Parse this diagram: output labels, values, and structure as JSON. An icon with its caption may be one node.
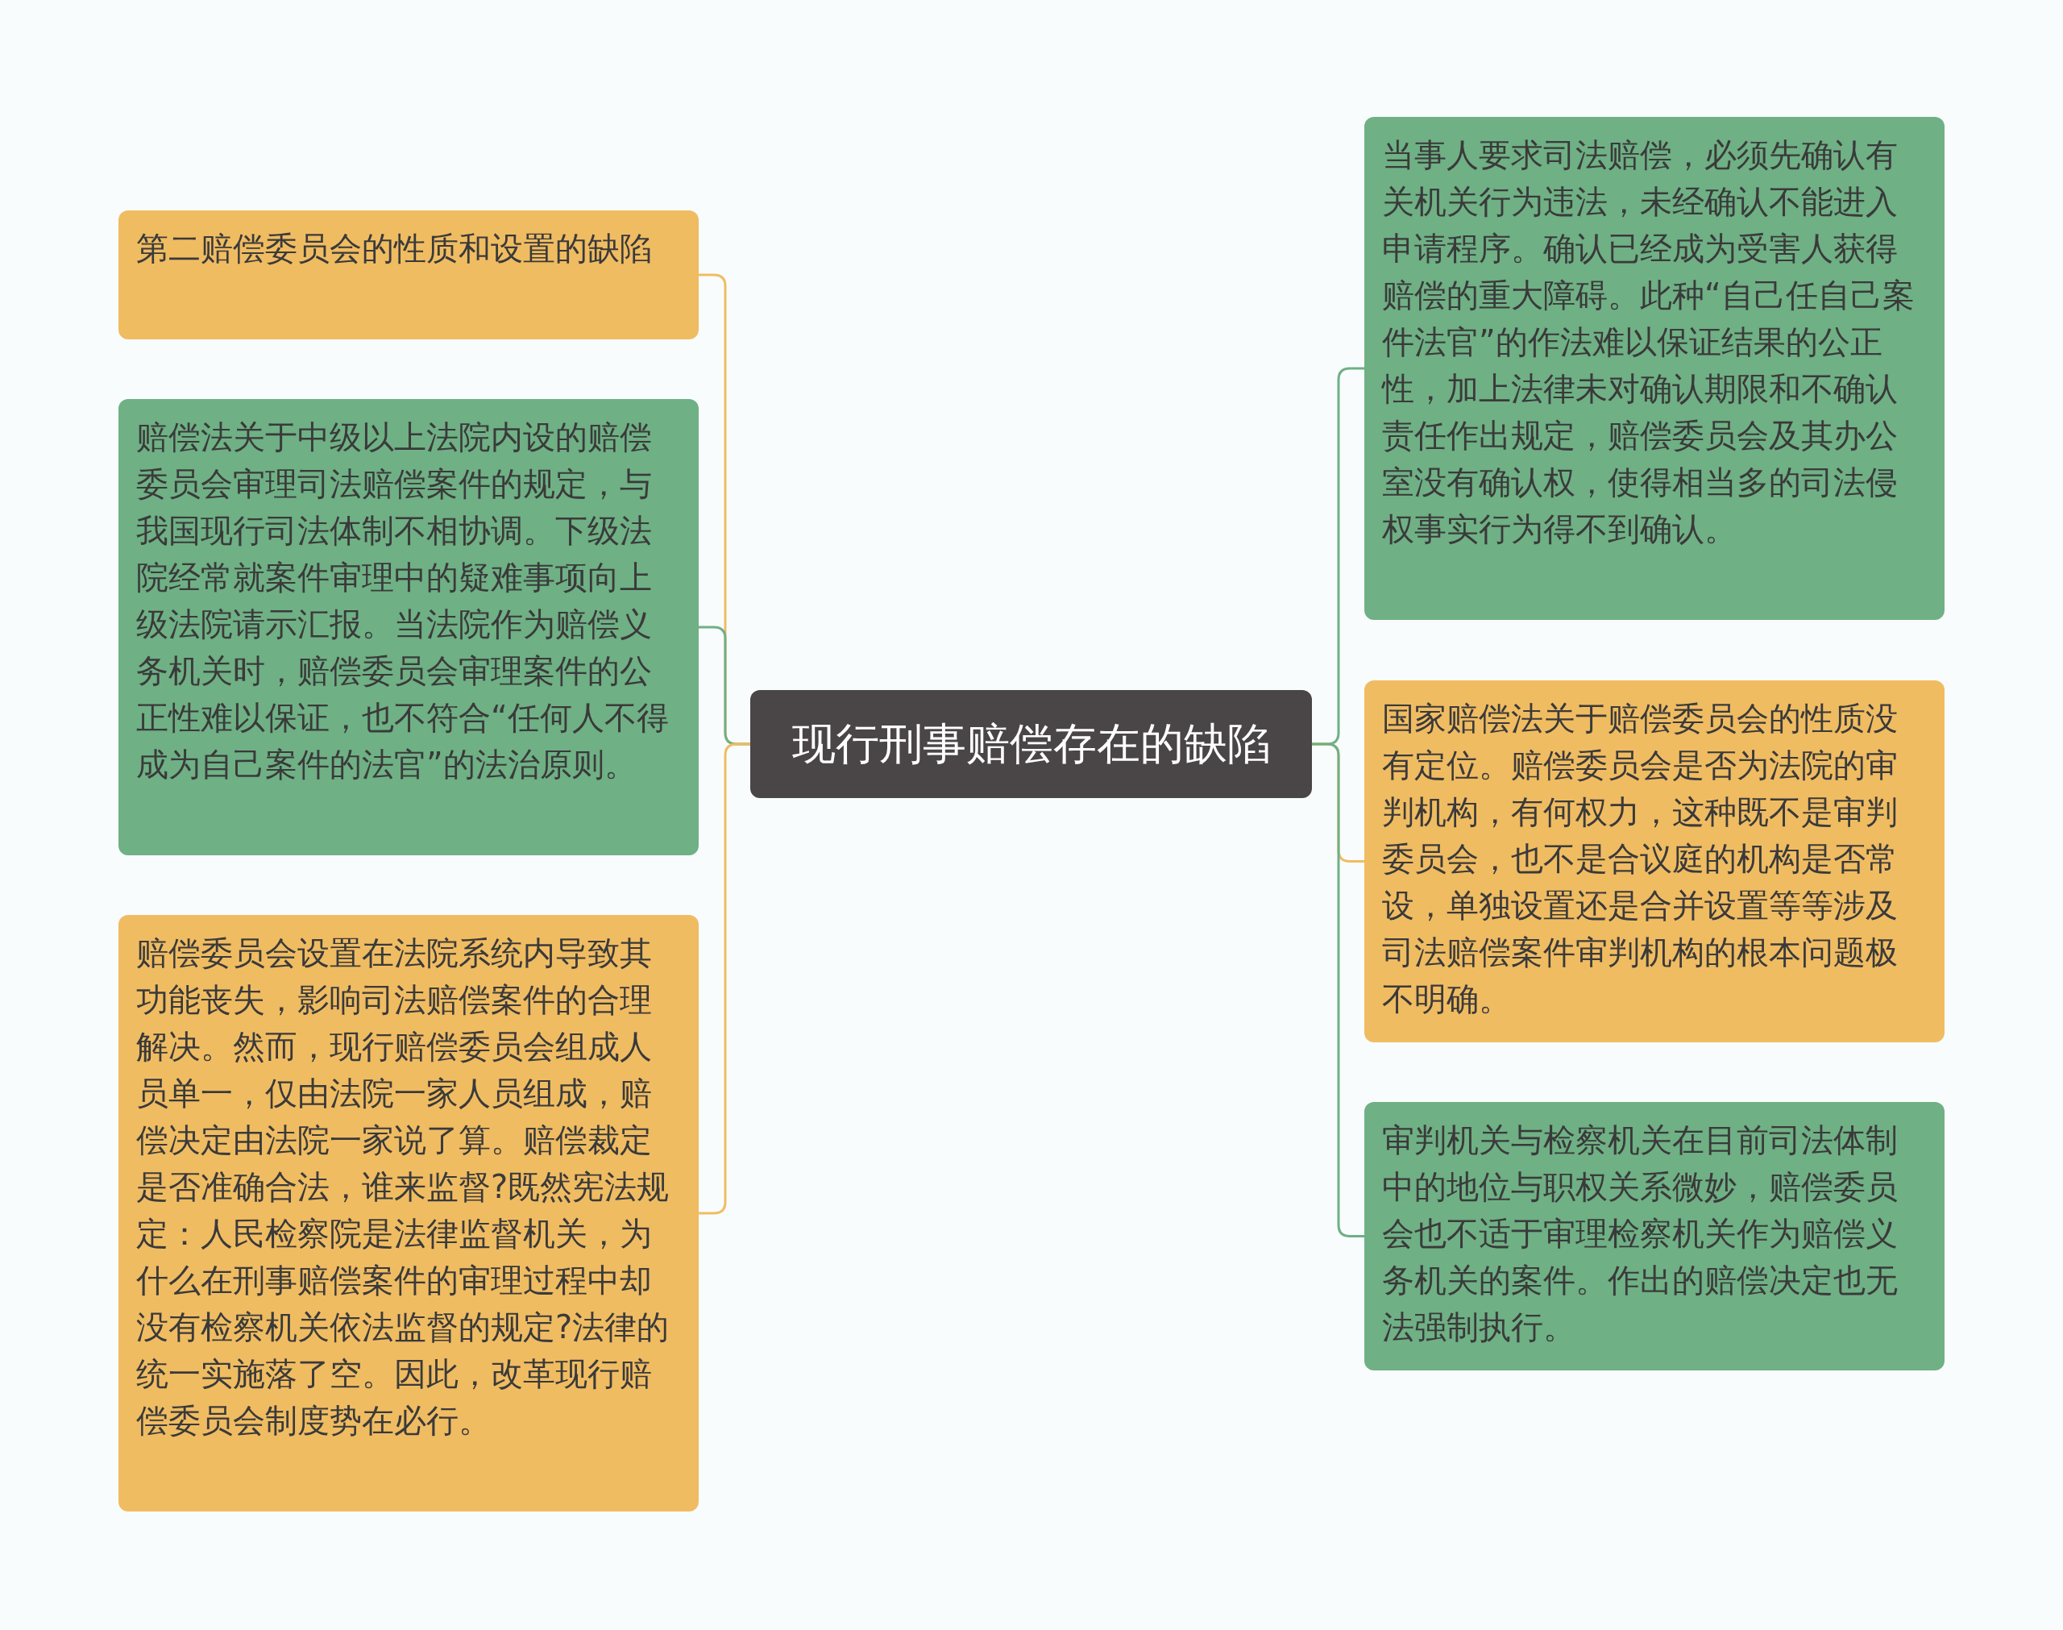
{
  "diagram": {
    "nodes": [
      {
        "text": [
          "现行刑事赔偿存在的缺陷"
        ]
      },
      {
        "text": [
          "第二赔偿委员会的性质和设置的缺陷"
        ]
      },
      {
        "text": [
          "赔偿法关于中级以上法院内设的赔偿委员会审理司法赔偿案件的规定，与我国现行司法体制不相协调。下级法院经常就案件审理中的疑难事项向上级法院请示汇报。当法院作为赔偿义务机关时，赔偿委员会审理案件的公正性难以保证，也不符合“任何人不得成为自己案件的法官”的法治原则。"
        ]
      },
      {
        "text": [
          "赔偿委员会设置在法院系统内导致其功能丧失，影响司法赔偿案件的合理解决。然而，现行赔偿委员会组成人员单一，仅由法院一家人员组成，赔偿决定由法院一家说了算。赔偿裁定是否准确合法，谁来监督?既然宪法规定：人民检察院是法律监督机关，为什么在刑事赔偿案件的审理过程中却没有检察机关依法监督的规定?法律的统一实施落了空。因此，改革现行赔偿委员会制度势在必行。"
        ]
      },
      {
        "text": [
          "当事人要求司法赔偿，必须先确认有关机关行为违法，未经确认不能进入申请程序。确认已经成为受害人获得赔偿的重大障碍。此种“自己任自己案件法官”的作法难以保证结果的公正性，加上法律未对确认期限和不确认责任作出规定，赔偿委员会及其办公室没有确认权，使得相当多的司法侵权事实行为得不到确认。"
        ]
      },
      {
        "text": [
          "国家赔偿法关于赔偿委员会的性质没有定位。赔偿委员会是否为法院的审判机构，有何权力，这种既不是审判委员会，也不是合议庭的机构是否常设，单独设置还是合并设置等等涉及司法赔偿案件审判机构的根本问题极不明确。"
        ]
      },
      {
        "text": [
          "审判机关与检察机关在目前司法体制中的地位与职权关系微妙，赔偿委员会也不适于审理检察机关作为赔偿义务机关的案件。作出的赔偿决定也无法强制执行。"
        ]
      }
    ],
    "edges": [
      {
        "from": 0,
        "to": 1,
        "arrow": "none",
        "color": "#f0bc62"
      },
      {
        "from": 0,
        "to": 2,
        "arrow": "none",
        "color": "#6fb085"
      },
      {
        "from": 0,
        "to": 3,
        "arrow": "none",
        "color": "#f0bc62"
      },
      {
        "from": 0,
        "to": 4,
        "arrow": "none",
        "color": "#6fb085"
      },
      {
        "from": 0,
        "to": 5,
        "arrow": "none",
        "color": "#f0bc62"
      },
      {
        "from": 0,
        "to": 6,
        "arrow": "none",
        "color": "#6fb085"
      }
    ]
  }
}
